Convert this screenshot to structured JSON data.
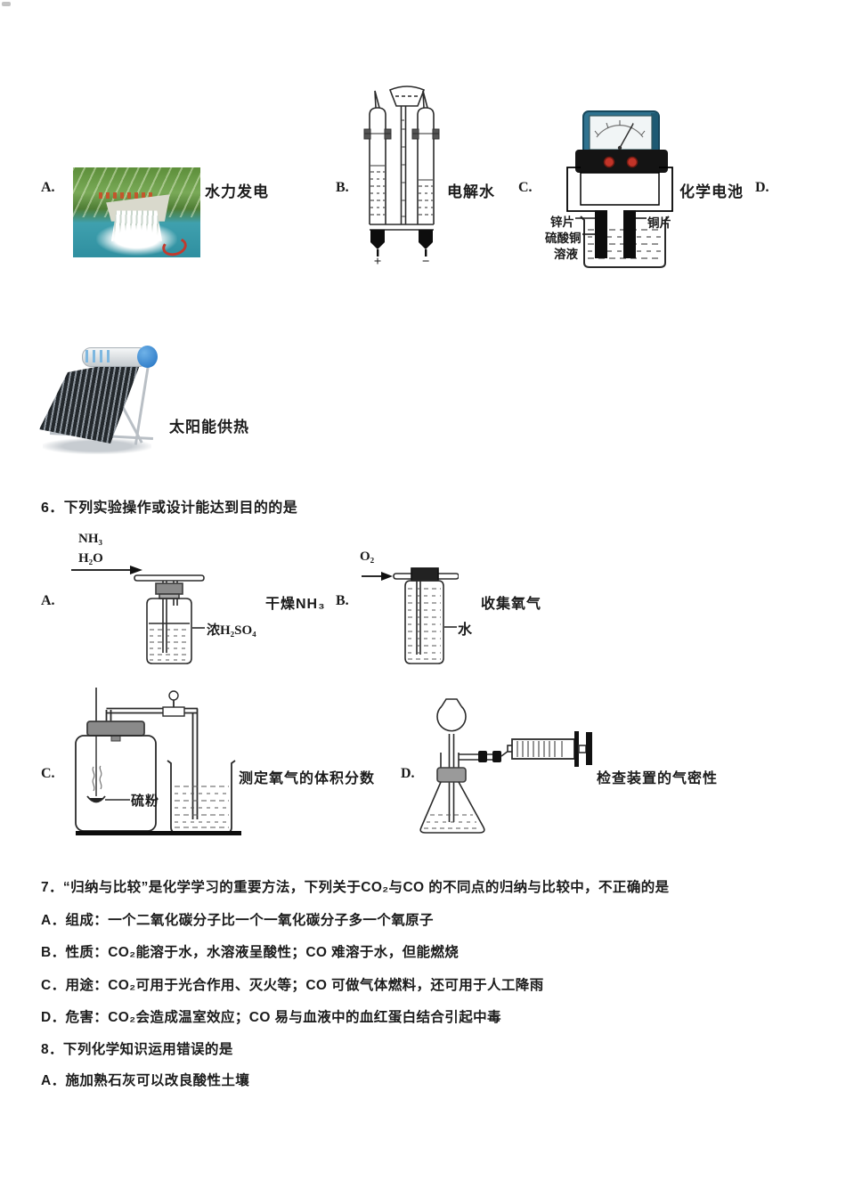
{
  "q5": {
    "a": {
      "letter": "A.",
      "caption": "水力发电"
    },
    "b": {
      "letter": "B.",
      "caption": "电解水",
      "plus": "+",
      "minus": "−"
    },
    "c": {
      "letter": "C.",
      "caption": "化学电池",
      "labels": {
        "zinc": "锌片",
        "cuso4": "硫酸铜",
        "solution": "溶液",
        "copper": "铜片"
      }
    },
    "d": {
      "letter": "D.",
      "caption": "太阳能供热"
    }
  },
  "q6": {
    "stem": "6．下列实验操作或设计能达到目的的是",
    "a": {
      "letter": "A.",
      "caption": "干燥NH₃",
      "gas_top": "NH₃",
      "gas_bottom": "H₂O",
      "reagent": "浓H₂SO₄"
    },
    "b": {
      "letter": "B.",
      "caption": "收集氧气",
      "gas": "O₂",
      "reagent": "水"
    },
    "c": {
      "letter": "C.",
      "caption": "测定氧气的体积分数",
      "reagent": "硫粉"
    },
    "d": {
      "letter": "D.",
      "caption": "检查装置的气密性"
    }
  },
  "q7": {
    "stem": "7．“归纳与比较”是化学学习的重要方法，下列关于CO₂与CO 的不同点的归纳与比较中，不正确的是",
    "options": [
      "A．组成：一个二氧化碳分子比一个一氧化碳分子多一个氧原子",
      "B．性质：CO₂能溶于水，水溶液呈酸性；CO 难溶于水，但能燃烧",
      "C．用途：CO₂可用于光合作用、灭火等；CO 可做气体燃料，还可用于人工降雨",
      "D．危害：CO₂会造成温室效应；CO 易与血液中的血红蛋白结合引起中毒"
    ]
  },
  "q8": {
    "stem": "8．下列化学知识运用错误的是",
    "option_a": "A．施加熟石灰可以改良酸性土壤"
  }
}
